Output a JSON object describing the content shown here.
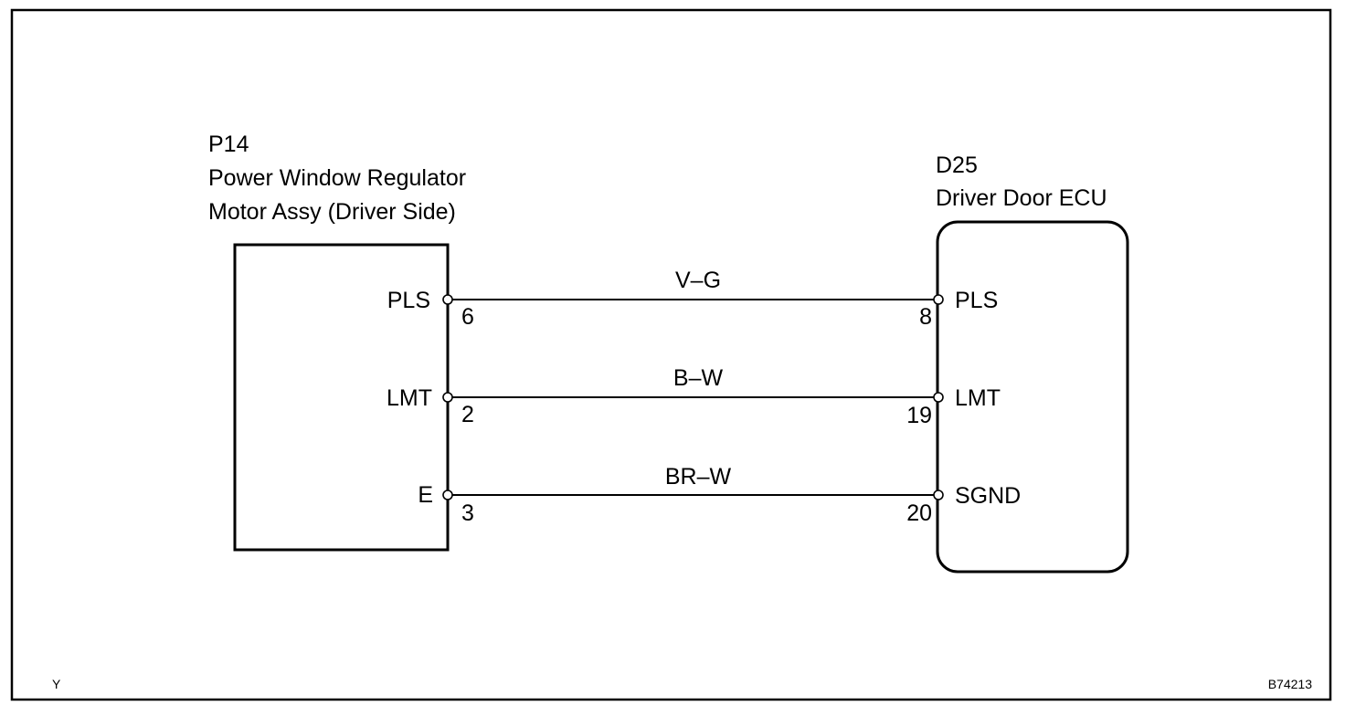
{
  "left_component": {
    "code": "P14",
    "name_line1": "Power Window Regulator",
    "name_line2": "Motor Assy (Driver Side)"
  },
  "right_component": {
    "code": "D25",
    "name": "Driver Door ECU"
  },
  "wires": [
    {
      "color": "V–G",
      "left_pin_label": "PLS",
      "left_pin_num": "6",
      "right_pin_num": "8",
      "right_pin_label": "PLS"
    },
    {
      "color": "B–W",
      "left_pin_label": "LMT",
      "left_pin_num": "2",
      "right_pin_num": "19",
      "right_pin_label": "LMT"
    },
    {
      "color": "BR–W",
      "left_pin_label": "E",
      "left_pin_num": "3",
      "right_pin_num": "20",
      "right_pin_label": "SGND"
    }
  ],
  "footer": {
    "left_mark": "Y",
    "figure_code": "B74213"
  }
}
